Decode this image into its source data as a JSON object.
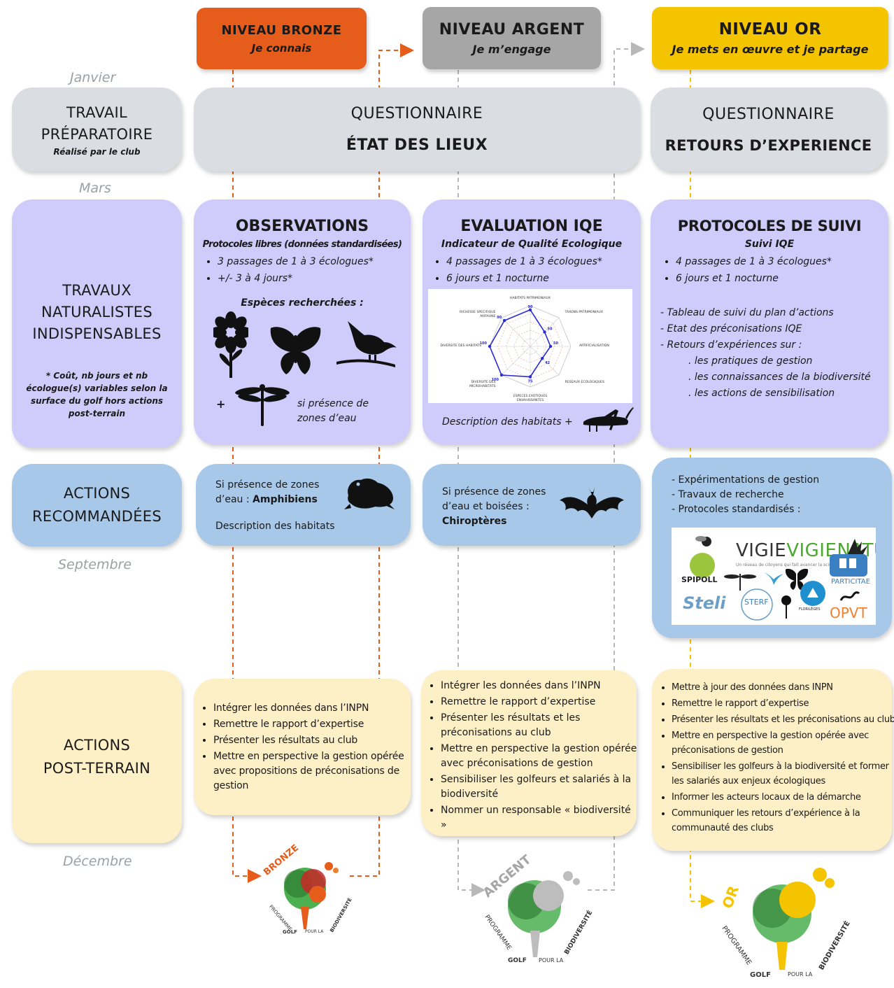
{
  "levels": {
    "bronze": {
      "title": "NIVEAU BRONZE",
      "subtitle": "Je connais",
      "color": "#e65c1b"
    },
    "argent": {
      "title": "NIVEAU ARGENT",
      "subtitle": "Je m’engage",
      "color": "#a6a6a6"
    },
    "or": {
      "title": "NIVEAU OR",
      "subtitle": "Je mets en œuvre et je partage",
      "color": "#f5c400"
    }
  },
  "months": {
    "janvier": "Janvier",
    "mars": "Mars",
    "septembre": "Septembre",
    "decembre": "Décembre"
  },
  "rows": {
    "travail": {
      "line1": "TRAVAIL",
      "line2": "PRÉPARATOIRE",
      "note": "Réalisé par le club"
    },
    "naturalistes": {
      "line1": "TRAVAUX",
      "line2": "NATURALISTES",
      "line3": "INDISPENSABLES",
      "note": "* Coût, nb jours et nb écologue(s) variables selon la surface du golf hors actions post-terrain"
    },
    "recommandees": {
      "line1": "ACTIONS",
      "line2": "RECOMMANDÉES"
    },
    "post": {
      "line1": "ACTIONS",
      "line2": "POST-TERRAIN"
    }
  },
  "questionnaires": {
    "etat": {
      "line1": "QUESTIONNAIRE",
      "line2": "ÉTAT DES LIEUX"
    },
    "retours": {
      "line1": "QUESTIONNAIRE",
      "line2": "RETOURS D’EXPERIENCE"
    }
  },
  "observations": {
    "title": "OBSERVATIONS",
    "subtitle": "Protocoles libres (données standardisées)",
    "bullets": [
      "3 passages de 1 à 3 écologues*",
      "+/- 3 à 4 jours*"
    ],
    "species_title": "Espèces recherchées :",
    "plus": "+",
    "water_note": "si présence de zones d’eau"
  },
  "iqe": {
    "title": "EVALUATION IQE",
    "subtitle": "Indicateur de Qualité Ecologique",
    "bullets": [
      "4 passages de 1 à 3 écologues*",
      "6 jours et 1 nocturne"
    ],
    "footer": "Description des habitats +"
  },
  "radar": {
    "axes": [
      "HABITATS PATRIMONIAUX",
      "TAXONS PATRIMONIAUX",
      "ARTIFICIALISATION",
      "RESEAUX ECOLOGIQUES",
      "ESPECES EXOTIQUES ENVAHISSANTES",
      "DIVERSITE DES MICROHABITATS",
      "DIVERSITE DES HABITATS",
      "RICHESSE SPECIFIQUE AVIFAUNE"
    ],
    "values": [
      90,
      50,
      50,
      42,
      75,
      100,
      100,
      90
    ],
    "tick_labels": [
      "90",
      "50",
      "50",
      "42",
      "75",
      "100",
      "100",
      "90"
    ]
  },
  "protocoles": {
    "title": "PROTOCOLES DE SUIVI",
    "subtitle": "Suivi IQE",
    "bullets": [
      "4 passages de 1 à 3 écologues*",
      "6 jours et 1 nocturne"
    ],
    "dash": [
      "- Tableau de suivi du plan d’actions",
      "- Etat des préconisations IQE",
      "- Retours d’expériences sur :"
    ],
    "sub": [
      ". les pratiques de gestion",
      ". les connaissances de la biodiversité",
      ". les actions de sensibilisation"
    ]
  },
  "rec_bronze": {
    "line1": "Si présence de zones",
    "line2a": "d’eau : ",
    "line2b": "Amphibiens",
    "line3": "Description des habitats"
  },
  "rec_argent": {
    "line1": "Si présence de zones",
    "line2": "d’eau et boisées :",
    "line3": "Chiroptères"
  },
  "rec_or": {
    "items": [
      "- Expérimentations de gestion",
      "- Travaux de recherche",
      "- Protocoles standardisés :"
    ],
    "logos": {
      "vigie": "VIGIENATURE",
      "vigie_sub": "Un réseau de citoyens qui fait avancer la science",
      "spipoll": "SPIPOLL",
      "particitae": "PARTICITAE",
      "steli": "Steli",
      "sterf": "STERF",
      "florilèges": "FLORILÈGES",
      "opvt": "OPVT"
    }
  },
  "post_bronze": [
    "Intégrer les données dans l’INPN",
    "Remettre le rapport d’expertise",
    "Présenter les résultats au club",
    "Mettre en perspective la gestion opérée avec propositions de préconisations de gestion"
  ],
  "post_argent": [
    "Intégrer les données dans l’INPN",
    "Remettre le rapport d’expertise",
    "Présenter les résultats et les préconisations au club",
    "Mettre en perspective la gestion opérée avec préconisations de gestion",
    "Sensibiliser les golfeurs et salariés à la biodiversité",
    "Nommer un responsable « biodiversité »"
  ],
  "post_or": [
    "Mettre à jour des données dans INPN",
    "Remettre le rapport d’expertise",
    "Présenter les résultats et les préconisations au club",
    "Mettre en perspective la gestion opérée avec préconisations de gestion",
    "Sensibiliser les golfeurs à la biodiversité et former les salariés aux enjeux écologiques",
    "Informer les acteurs locaux de la démarche",
    "Communiquer les retours d’expérience à la communauté des clubs"
  ],
  "badges": {
    "bronze": {
      "level": "BRONZE",
      "prog": "PROGRAMME",
      "golf": "GOLF",
      "pour": "POUR LA",
      "bio": "BIODIVERSITÉ"
    },
    "argent": {
      "level": "ARGENT",
      "prog": "PROGRAMME",
      "golf": "GOLF",
      "pour": "POUR LA",
      "bio": "BIODIVERSITÉ"
    },
    "or": {
      "level": "OR",
      "prog": "PROGRAMME",
      "golf": "GOLF",
      "pour": "POUR LA",
      "bio": "BIODIVERSITÉ"
    }
  }
}
